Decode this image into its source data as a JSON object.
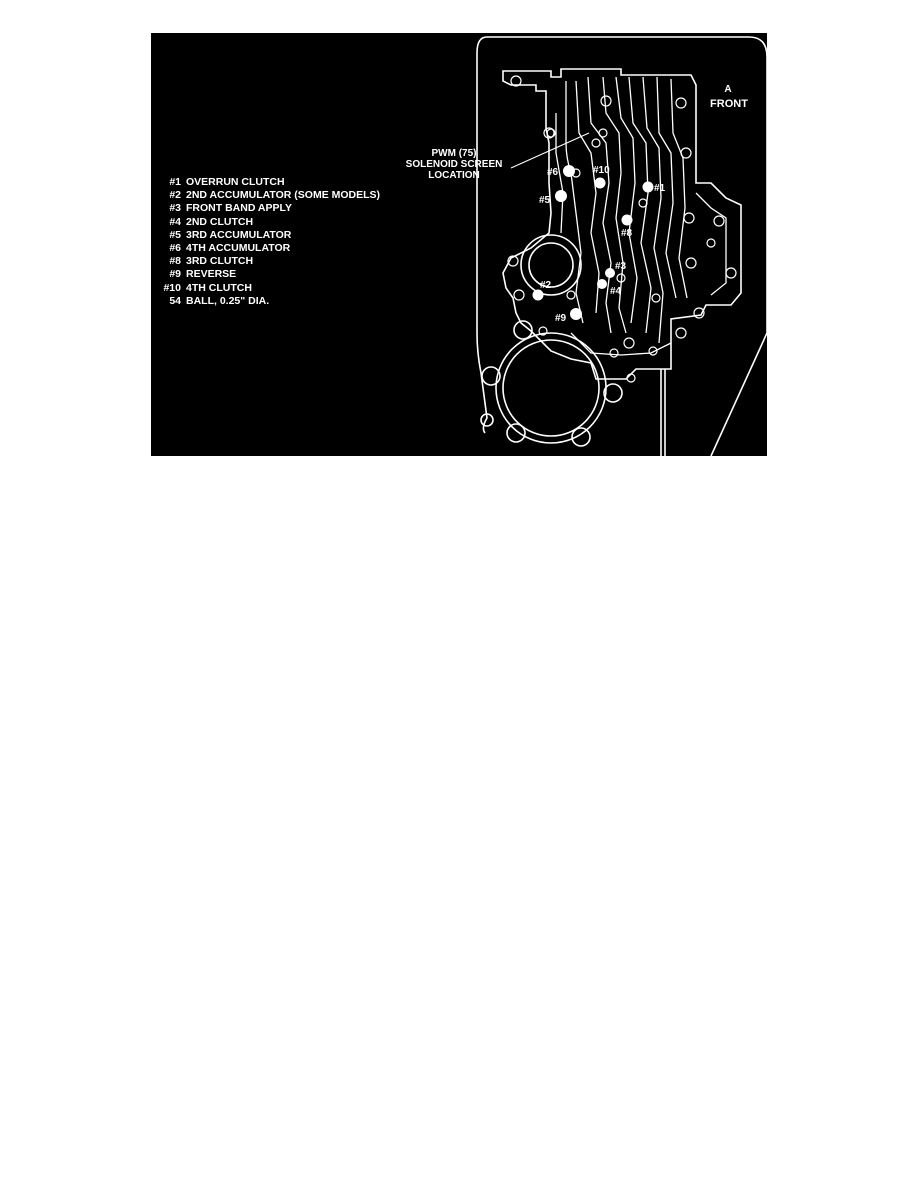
{
  "legend": [
    {
      "code": "#1",
      "text": "OVERRUN CLUTCH"
    },
    {
      "code": "#2",
      "text": "2ND ACCUMULATOR (SOME MODELS)"
    },
    {
      "code": "#3",
      "text": "FRONT BAND APPLY"
    },
    {
      "code": "#4",
      "text": "2ND CLUTCH"
    },
    {
      "code": "#5",
      "text": "3RD ACCUMULATOR"
    },
    {
      "code": "#6",
      "text": "4TH ACCUMULATOR"
    },
    {
      "code": "#8",
      "text": "3RD CLUTCH"
    },
    {
      "code": "#9",
      "text": "REVERSE"
    },
    {
      "code": "#10",
      "text": "4TH CLUTCH"
    },
    {
      "code": "54",
      "text": "BALL, 0.25\" DIA."
    }
  ],
  "callout": {
    "line1": "PWM (75)",
    "line2": "SOLENOID SCREEN",
    "line3": "LOCATION"
  },
  "front": {
    "arrow": "A",
    "label": "FRONT"
  },
  "balls": {
    "b1": "#1",
    "b2": "#2",
    "b3": "#3",
    "b4": "#4",
    "b5": "#5",
    "b6": "#6",
    "b8": "#8",
    "b9": "#9",
    "b10": "#10"
  },
  "colors": {
    "background": "#000000",
    "ink": "#ffffff",
    "page": "#ffffff"
  }
}
